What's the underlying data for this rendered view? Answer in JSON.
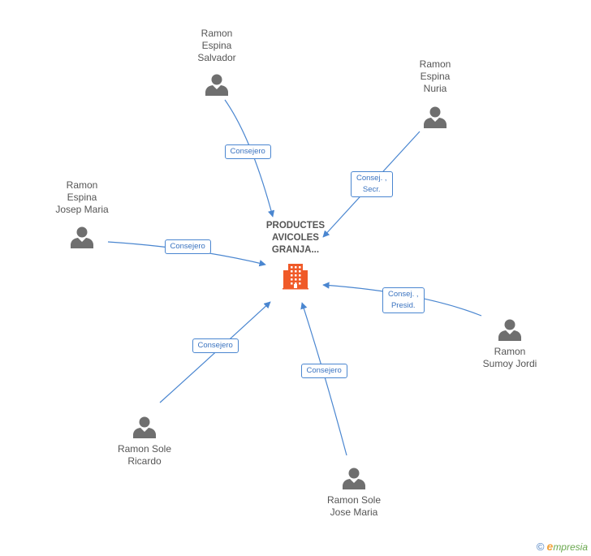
{
  "company": {
    "label": "PRODUCTES\nAVICOLES\nGRANJA...",
    "icon": "building-icon",
    "color": "#f05a28"
  },
  "persons": [
    {
      "id": "salvador",
      "label": "Ramon\nEspina\nSalvador",
      "icon": "person-icon"
    },
    {
      "id": "nuria",
      "label": "Ramon\nEspina\nNuria",
      "icon": "person-icon"
    },
    {
      "id": "josep-maria",
      "label": "Ramon\nEspina\nJosep Maria",
      "icon": "person-icon"
    },
    {
      "id": "jordi",
      "label": "Ramon\nSumoy Jordi",
      "icon": "person-icon"
    },
    {
      "id": "ricardo",
      "label": "Ramon Sole\nRicardo",
      "icon": "person-icon"
    },
    {
      "id": "jose-maria",
      "label": "Ramon Sole\nJose Maria",
      "icon": "person-icon"
    }
  ],
  "edges": [
    {
      "from": "salvador",
      "label": "Consejero"
    },
    {
      "from": "nuria",
      "label": "Consej. ,\nSecr."
    },
    {
      "from": "josep-maria",
      "label": "Consejero"
    },
    {
      "from": "jordi",
      "label": "Consej. ,\nPresid."
    },
    {
      "from": "ricardo",
      "label": "Consejero"
    },
    {
      "from": "jose-maria",
      "label": "Consejero"
    }
  ],
  "colors": {
    "edge": "#4a86d0",
    "person": "#6f6f6f"
  },
  "footer": {
    "copyright": "©",
    "brand_initial": "e",
    "brand_rest": "mpresia"
  }
}
